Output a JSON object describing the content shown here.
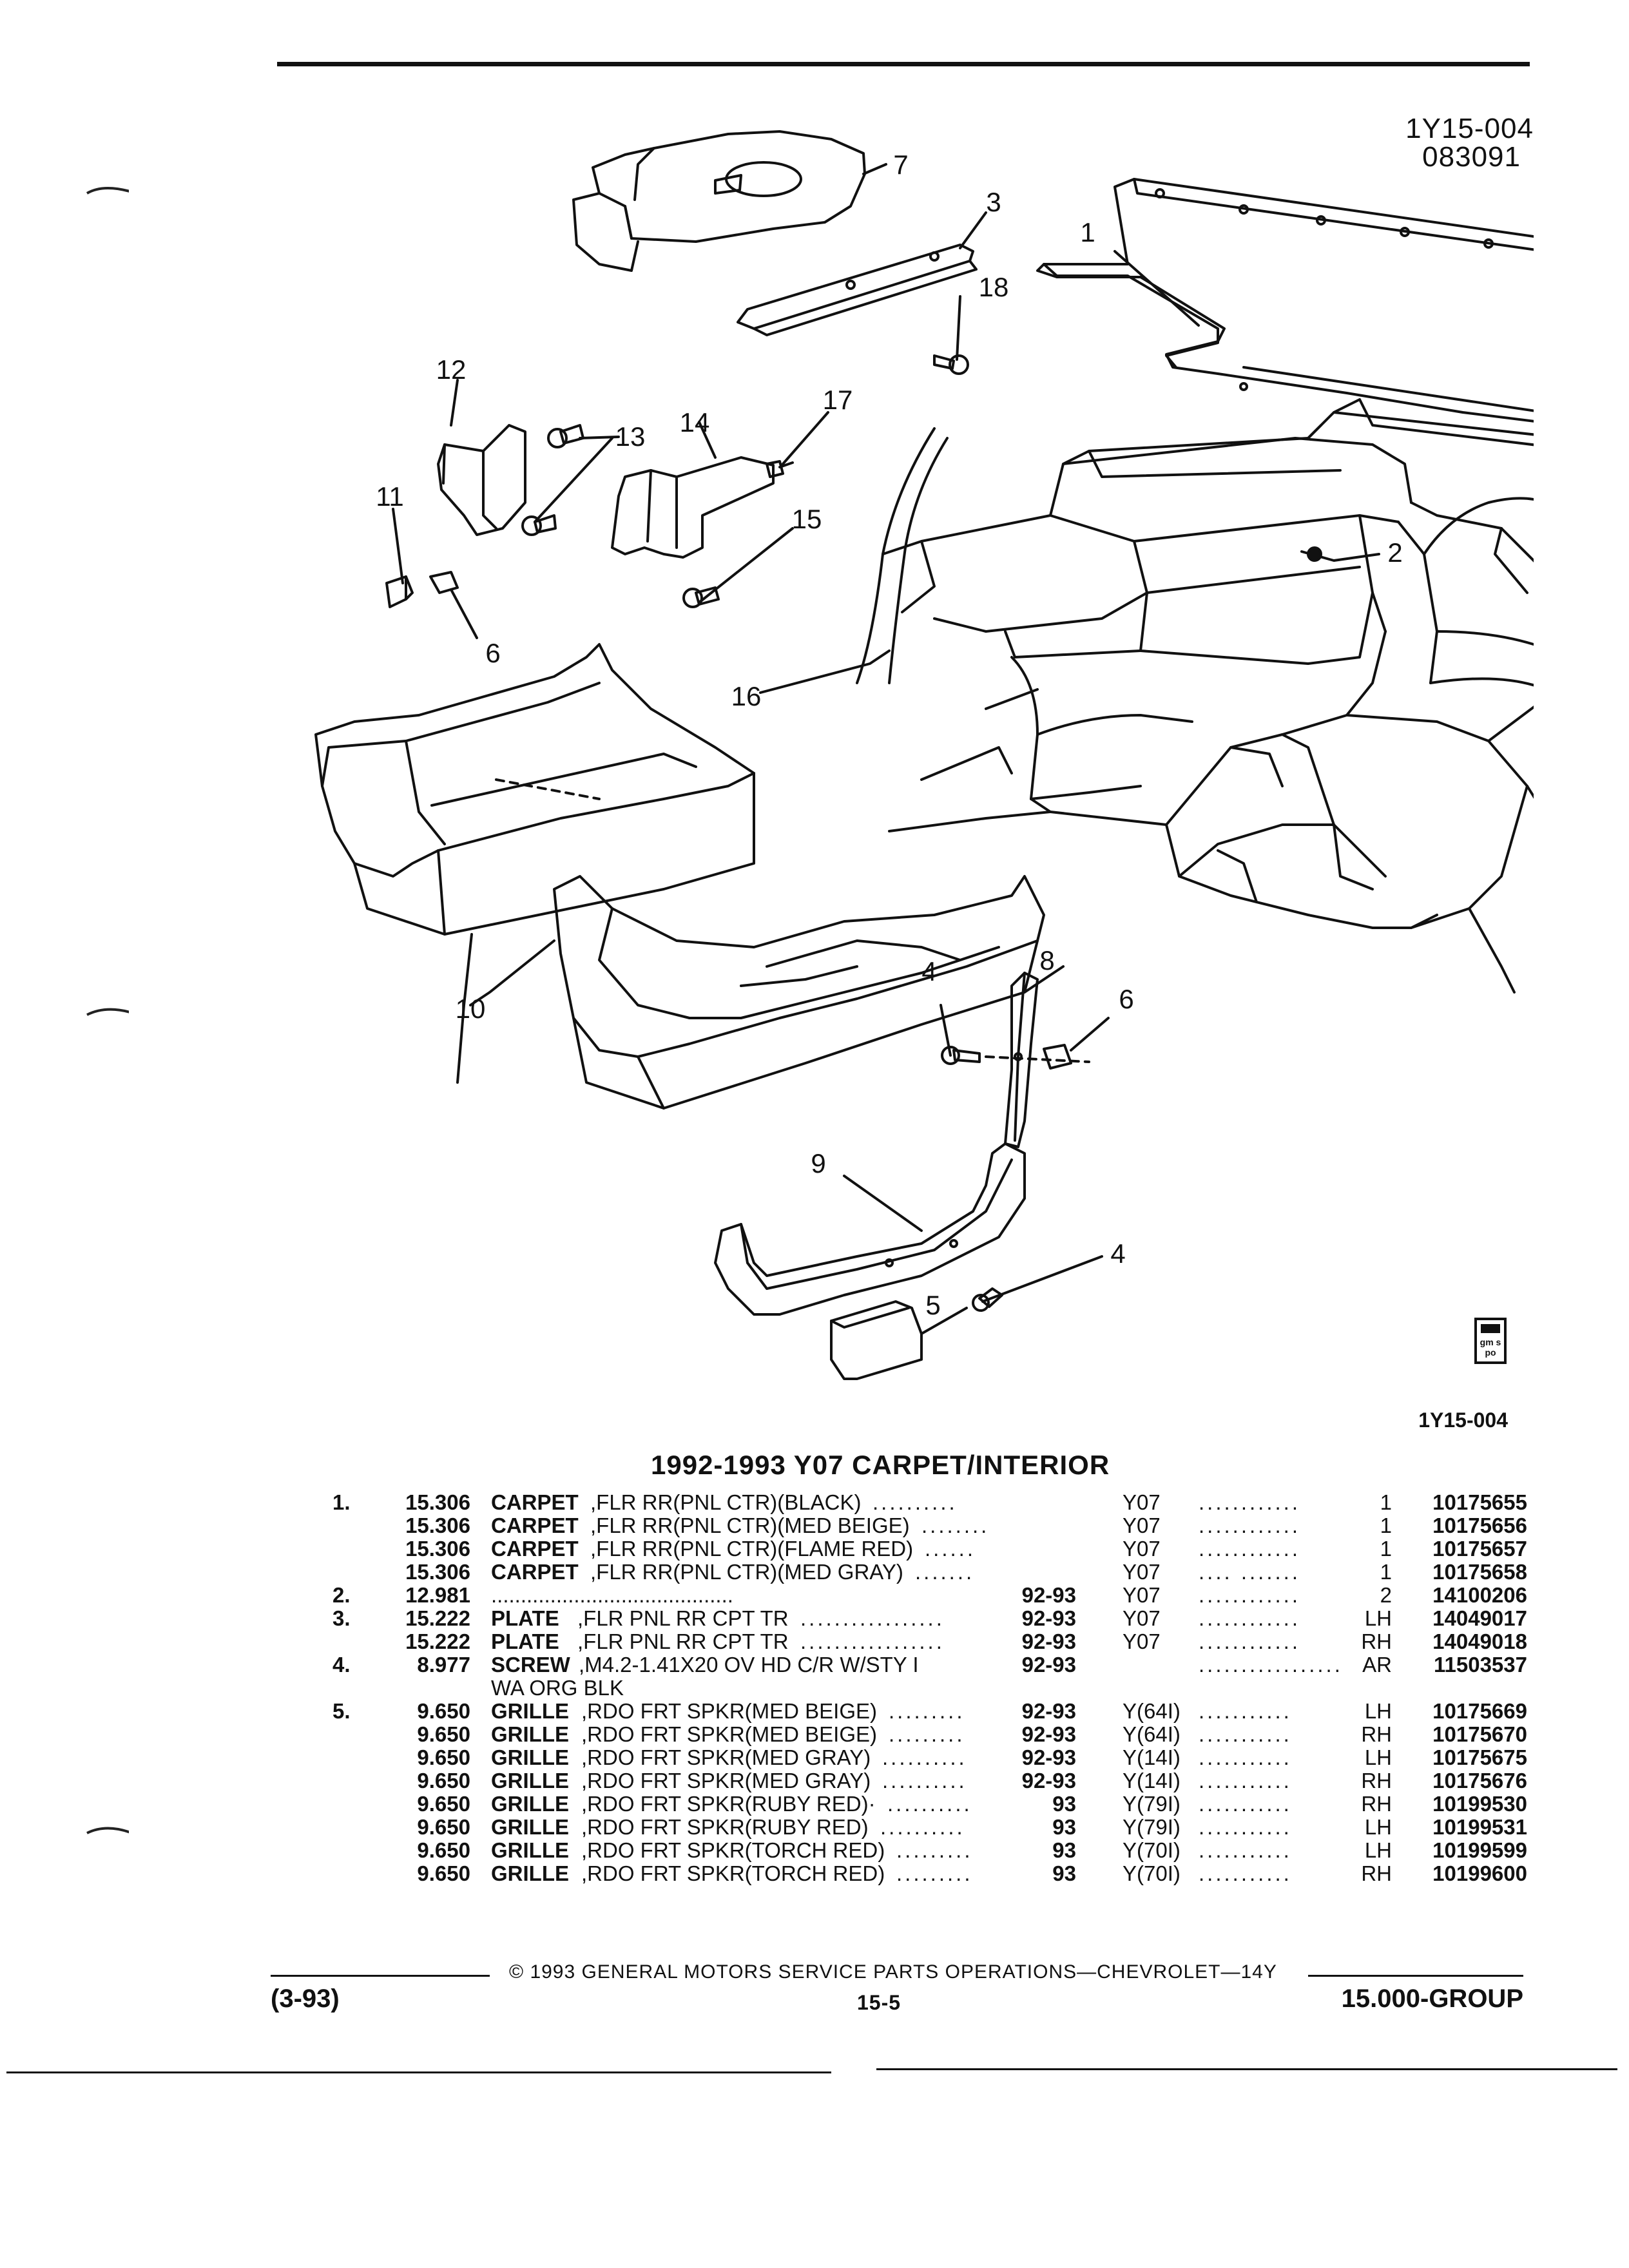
{
  "header": {
    "figure_id": "1Y15-004",
    "date_code": "083091"
  },
  "diagram": {
    "callouts": [
      "7",
      "3",
      "1",
      "18",
      "12",
      "14",
      "17",
      "13",
      "11",
      "15",
      "2",
      "6",
      "16",
      "10",
      "4",
      "8",
      "6",
      "9",
      "5",
      "4"
    ],
    "logo_text": "gm spo",
    "figure_ref": "1Y15-004"
  },
  "title": "1992-1993 Y07 CARPET/INTERIOR",
  "parts": [
    {
      "item": "1.",
      "key": "15.306",
      "name": "CARPET",
      "desc": ",FLR RR(PNL CTR)(BLACK)",
      "dots": "..........",
      "year": "",
      "code": "Y07",
      "dots2": "............",
      "qty": "1",
      "pn": "10175655"
    },
    {
      "item": "",
      "key": "15.306",
      "name": "CARPET",
      "desc": ",FLR RR(PNL CTR)(MED BEIGE)",
      "dots": "........",
      "year": "",
      "code": "Y07",
      "dots2": "............",
      "qty": "1",
      "pn": "10175656"
    },
    {
      "item": "",
      "key": "15.306",
      "name": "CARPET",
      "desc": ",FLR RR(PNL CTR)(FLAME RED)",
      "dots": "......",
      "year": "",
      "code": "Y07",
      "dots2": "............",
      "qty": "1",
      "pn": "10175657"
    },
    {
      "item": "",
      "key": "15.306",
      "name": "CARPET",
      "desc": ",FLR RR(PNL CTR)(MED GRAY)",
      "dots": ".......",
      "year": "",
      "code": "Y07",
      "dots2": ".... .......",
      "qty": "1",
      "pn": "10175658"
    },
    {
      "item": "2.",
      "key": "12.981",
      "name": "",
      "desc": ".........................................",
      "dots": "",
      "year": "92-93",
      "code": "Y07",
      "dots2": "............",
      "qty": "2",
      "pn": "14100206"
    },
    {
      "item": "3.",
      "key": "15.222",
      "name": "PLATE",
      "desc": ",FLR PNL RR CPT TR",
      "dots": ".................",
      "year": "92-93",
      "code": "Y07",
      "dots2": "............",
      "qty": "LH",
      "pn": "14049017"
    },
    {
      "item": "",
      "key": "15.222",
      "name": "PLATE",
      "desc": ",FLR PNL RR CPT TR",
      "dots": ".................",
      "year": "92-93",
      "code": "Y07",
      "dots2": "............",
      "qty": "RH",
      "pn": "14049018"
    },
    {
      "item": "4.",
      "key": "8.977",
      "name": "SCREW",
      "desc": ",M4.2-1.41X20 OV HD C/R W/STY I",
      "dots": "",
      "year": "92-93",
      "code": "",
      "dots2": ".................",
      "qty": "AR",
      "pn": "11503537"
    },
    {
      "item": "",
      "key": "",
      "name": "",
      "desc": "WA ORG BLK",
      "dots": "",
      "year": "",
      "code": "",
      "dots2": "",
      "qty": "",
      "pn": ""
    },
    {
      "item": "5.",
      "key": "9.650",
      "name": "GRILLE",
      "desc": ",RDO FRT SPKR(MED BEIGE)",
      "dots": ".........",
      "year": "92-93",
      "code": "Y(64I)",
      "dots2": "...........",
      "qty": "LH",
      "pn": "10175669"
    },
    {
      "item": "",
      "key": "9.650",
      "name": "GRILLE",
      "desc": ",RDO FRT SPKR(MED BEIGE)",
      "dots": ".........",
      "year": "92-93",
      "code": "Y(64I)",
      "dots2": "...........",
      "qty": "RH",
      "pn": "10175670"
    },
    {
      "item": "",
      "key": "9.650",
      "name": "GRILLE",
      "desc": ",RDO FRT SPKR(MED GRAY)",
      "dots": "..........",
      "year": "92-93",
      "code": "Y(14I)",
      "dots2": "...........",
      "qty": "LH",
      "pn": "10175675"
    },
    {
      "item": "",
      "key": "9.650",
      "name": "GRILLE",
      "desc": ",RDO FRT SPKR(MED GRAY)",
      "dots": "..........",
      "year": "92-93",
      "code": "Y(14I)",
      "dots2": "...........",
      "qty": "RH",
      "pn": "10175676"
    },
    {
      "item": "",
      "key": "9.650",
      "name": "GRILLE",
      "desc": ",RDO FRT SPKR(RUBY RED)·",
      "dots": "..........",
      "year": "93",
      "code": "Y(79I)",
      "dots2": "...........",
      "qty": "RH",
      "pn": "10199530"
    },
    {
      "item": "",
      "key": "9.650",
      "name": "GRILLE",
      "desc": ",RDO FRT SPKR(RUBY RED)",
      "dots": "..........",
      "year": "93",
      "code": "Y(79I)",
      "dots2": "...........",
      "qty": "LH",
      "pn": "10199531"
    },
    {
      "item": "",
      "key": "9.650",
      "name": "GRILLE",
      "desc": ",RDO FRT SPKR(TORCH RED)",
      "dots": ".........",
      "year": "93",
      "code": "Y(70I)",
      "dots2": "...........",
      "qty": "LH",
      "pn": "10199599"
    },
    {
      "item": "",
      "key": "9.650",
      "name": "GRILLE",
      "desc": ",RDO FRT SPKR(TORCH RED)",
      "dots": ".........",
      "year": "93",
      "code": "Y(70I)",
      "dots2": "...........",
      "qty": "RH",
      "pn": "10199600"
    }
  ],
  "footer": {
    "copyright": "© 1993 GENERAL MOTORS SERVICE PARTS OPERATIONS—CHEVROLET—14Y",
    "revision": "(3-93)",
    "page": "15-5",
    "group": "15.000-GROUP"
  }
}
